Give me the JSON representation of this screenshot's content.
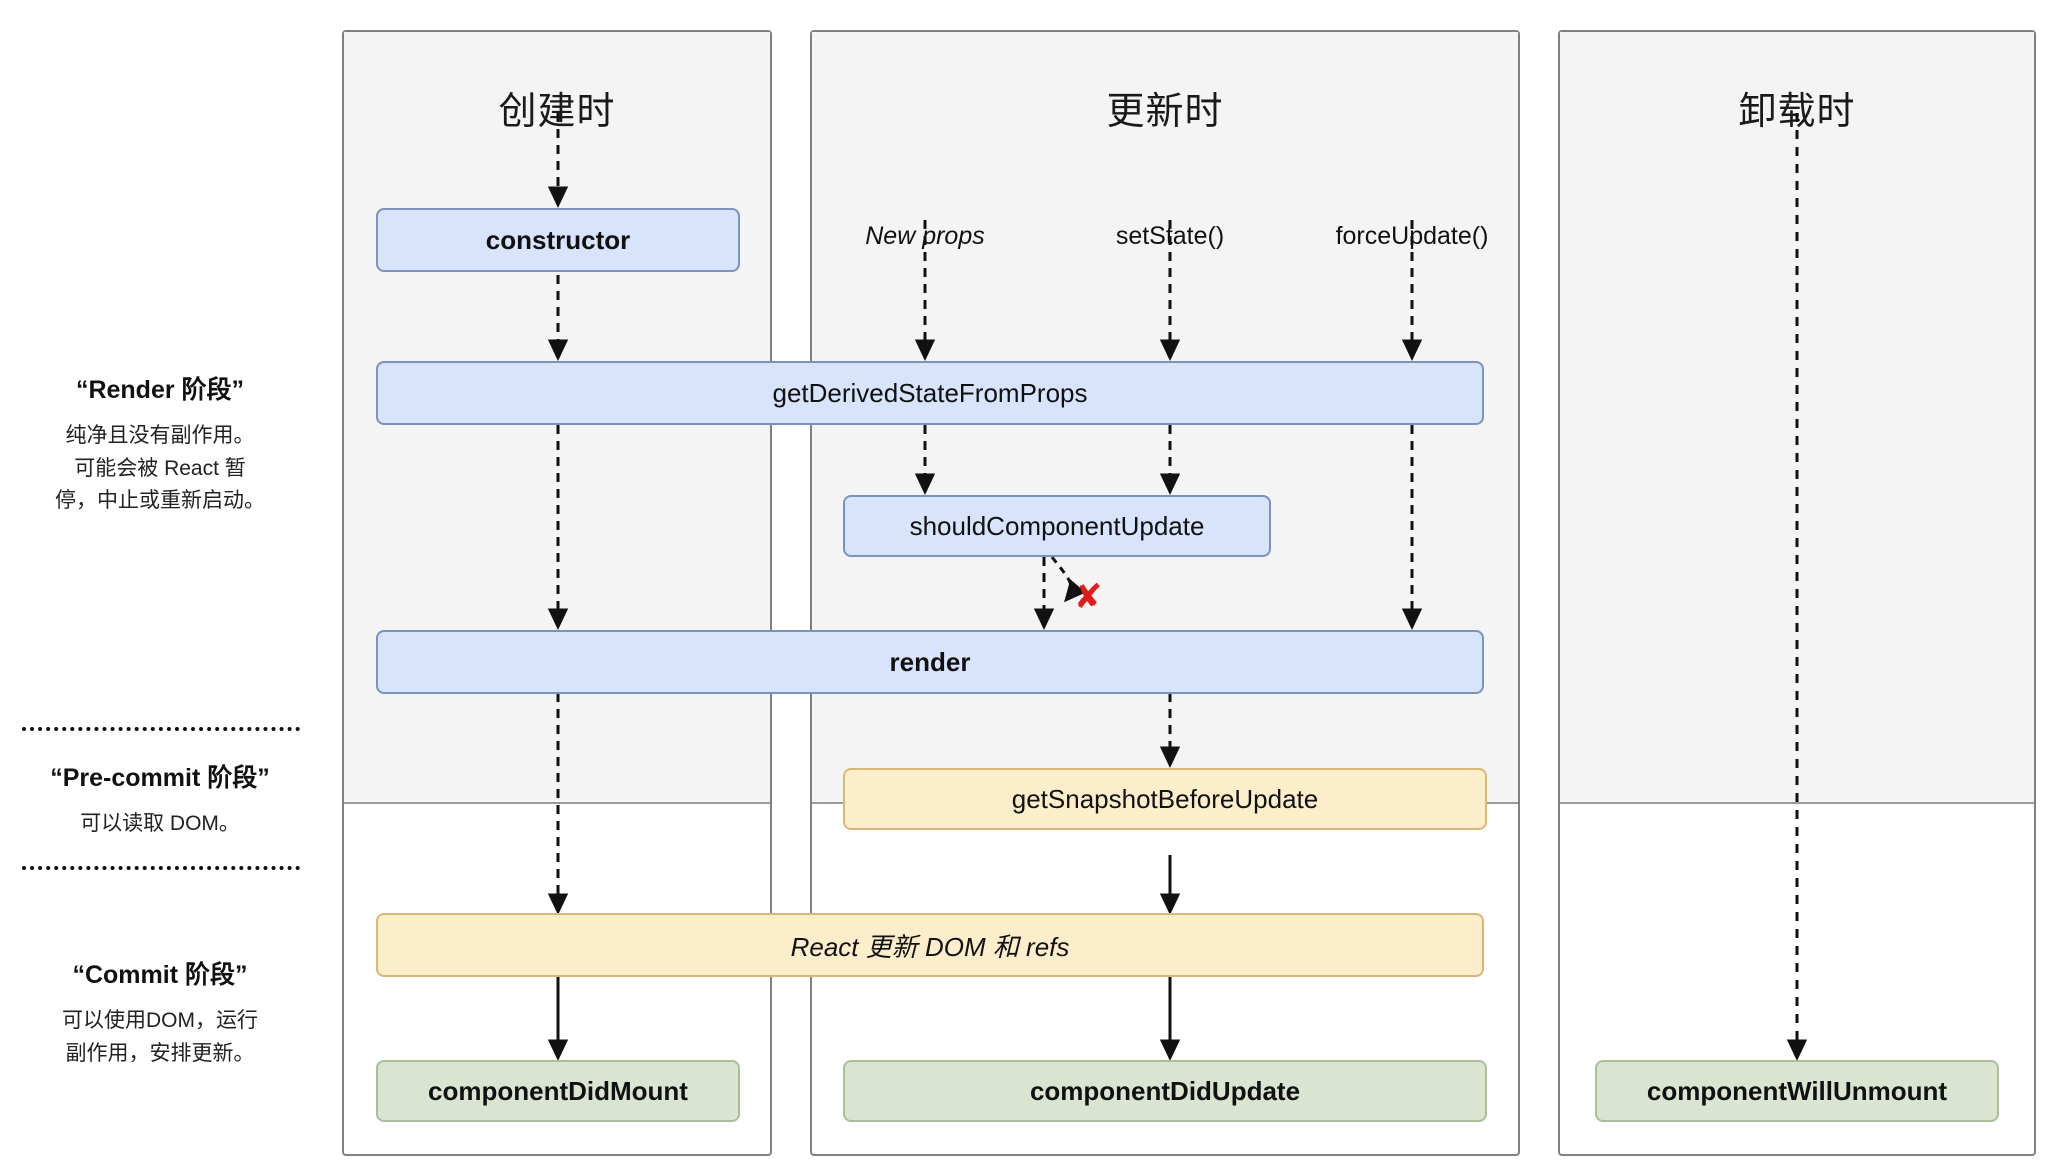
{
  "legend": [
    {
      "title": "“Render 阶段”",
      "body": "纯净且没有副作用。\n可能会被 React 暂\n停，中止或重新启动。"
    },
    {
      "title": "“Pre-commit 阶段”",
      "body": "可以读取 DOM。"
    },
    {
      "title": "“Commit 阶段”",
      "body": "可以使用DOM，运行\n副作用，安排更新。"
    }
  ],
  "columns": [
    {
      "title": "创建时"
    },
    {
      "title": "更新时"
    },
    {
      "title": "卸载时"
    }
  ],
  "triggers": [
    {
      "label": "New props",
      "style": "italic"
    },
    {
      "label": "setState()",
      "style": "normal"
    },
    {
      "label": "forceUpdate()",
      "style": "normal"
    }
  ],
  "nodes": {
    "constructor": "constructor",
    "get_derived_state_from_props": "getDerivedStateFromProps",
    "should_component_update": "shouldComponentUpdate",
    "render": "render",
    "get_snapshot_before_update": "getSnapshotBeforeUpdate",
    "react_updates_dom": "React 更新 DOM 和 refs",
    "component_did_mount": "componentDidMount",
    "component_did_update": "componentDidUpdate",
    "component_will_unmount": "componentWillUnmount"
  },
  "annotations": {
    "skip_update_mark": "✘"
  },
  "colors": {
    "render_phase_fill": "#d7e4fb",
    "render_phase_stroke": "#7a93bd",
    "commit_pre_fill": "#fdeecb",
    "commit_pre_stroke": "#d9b877",
    "commit_fill": "#d9e5d0",
    "commit_stroke": "#a8bf9a",
    "panel_shade": "#f4f4f4",
    "panel_border": "#808080",
    "skip_mark": "#e01b1b"
  }
}
